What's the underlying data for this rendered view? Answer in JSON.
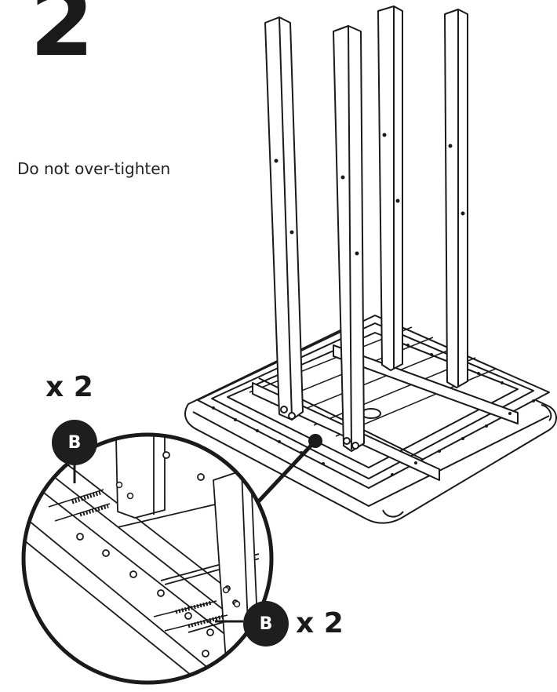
{
  "step": {
    "number": "2",
    "note": "Do not over-tighten"
  },
  "callouts": [
    {
      "part_letter": "B",
      "quantity": "x 2"
    },
    {
      "part_letter": "B",
      "quantity": "x 2"
    }
  ],
  "colors": {
    "ink": "#1a1a1a",
    "paper": "#ffffff",
    "badge": "#1e1e1e"
  },
  "icons": [
    "screw-icon",
    "table-leg-icon",
    "magnifier-callout-icon"
  ]
}
